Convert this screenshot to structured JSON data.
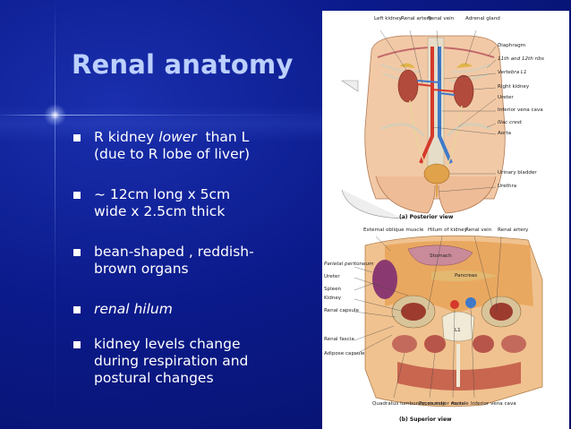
{
  "slide": {
    "title": "Renal anatomy",
    "bullets": [
      {
        "parts": [
          {
            "text": "R kidney ",
            "italic": false
          },
          {
            "text": "lower",
            "italic": true
          },
          {
            "text": "  than L",
            "italic": false
          }
        ],
        "line2": "(due to R lobe of liver)"
      },
      {
        "line1": "~ 12cm long x 5cm",
        "line2": "wide x 2.5cm thick"
      },
      {
        "line1": "bean-shaped , reddish-",
        "line2": "brown organs"
      },
      {
        "line1": "renal hilum",
        "italic": true
      },
      {
        "line1": "kidney levels change",
        "line2": "during respiration and",
        "line3": "postural changes"
      }
    ]
  },
  "figure": {
    "posterior": {
      "top_labels": [
        "Left kidney",
        "Renal artery",
        "Renal vein",
        "Adrenal gland"
      ],
      "right_labels": [
        "Diaphragm",
        "11th and 12th ribs",
        "Vertebra L1",
        "Right kidney",
        "Ureter",
        "Inferior vena cava",
        "Iliac crest",
        "Aorta",
        "Urinary bladder",
        "Urethra"
      ],
      "caption": "(a) Posterior view"
    },
    "superior": {
      "top_labels": [
        "External oblique muscle",
        "Hilum of kidney",
        "Renal vein",
        "Renal artery"
      ],
      "left_labels": [
        "Parietal peritoneum",
        "Ureter",
        "Spleen",
        "Kidney",
        "Renal capsule",
        "Renal fascia",
        "Adipose capsule"
      ],
      "inner_labels": [
        "Stomach",
        "Pancreas",
        "L1"
      ],
      "bottom_labels": [
        "Quadratus lumborum muscle",
        "Psoas major muscle",
        "Aorta",
        "Inferior vena cava"
      ],
      "caption": "(b) Superior view"
    }
  },
  "colors": {
    "background": "#0b1a8a",
    "title": "#bcd0ff",
    "text": "#ffffff"
  }
}
